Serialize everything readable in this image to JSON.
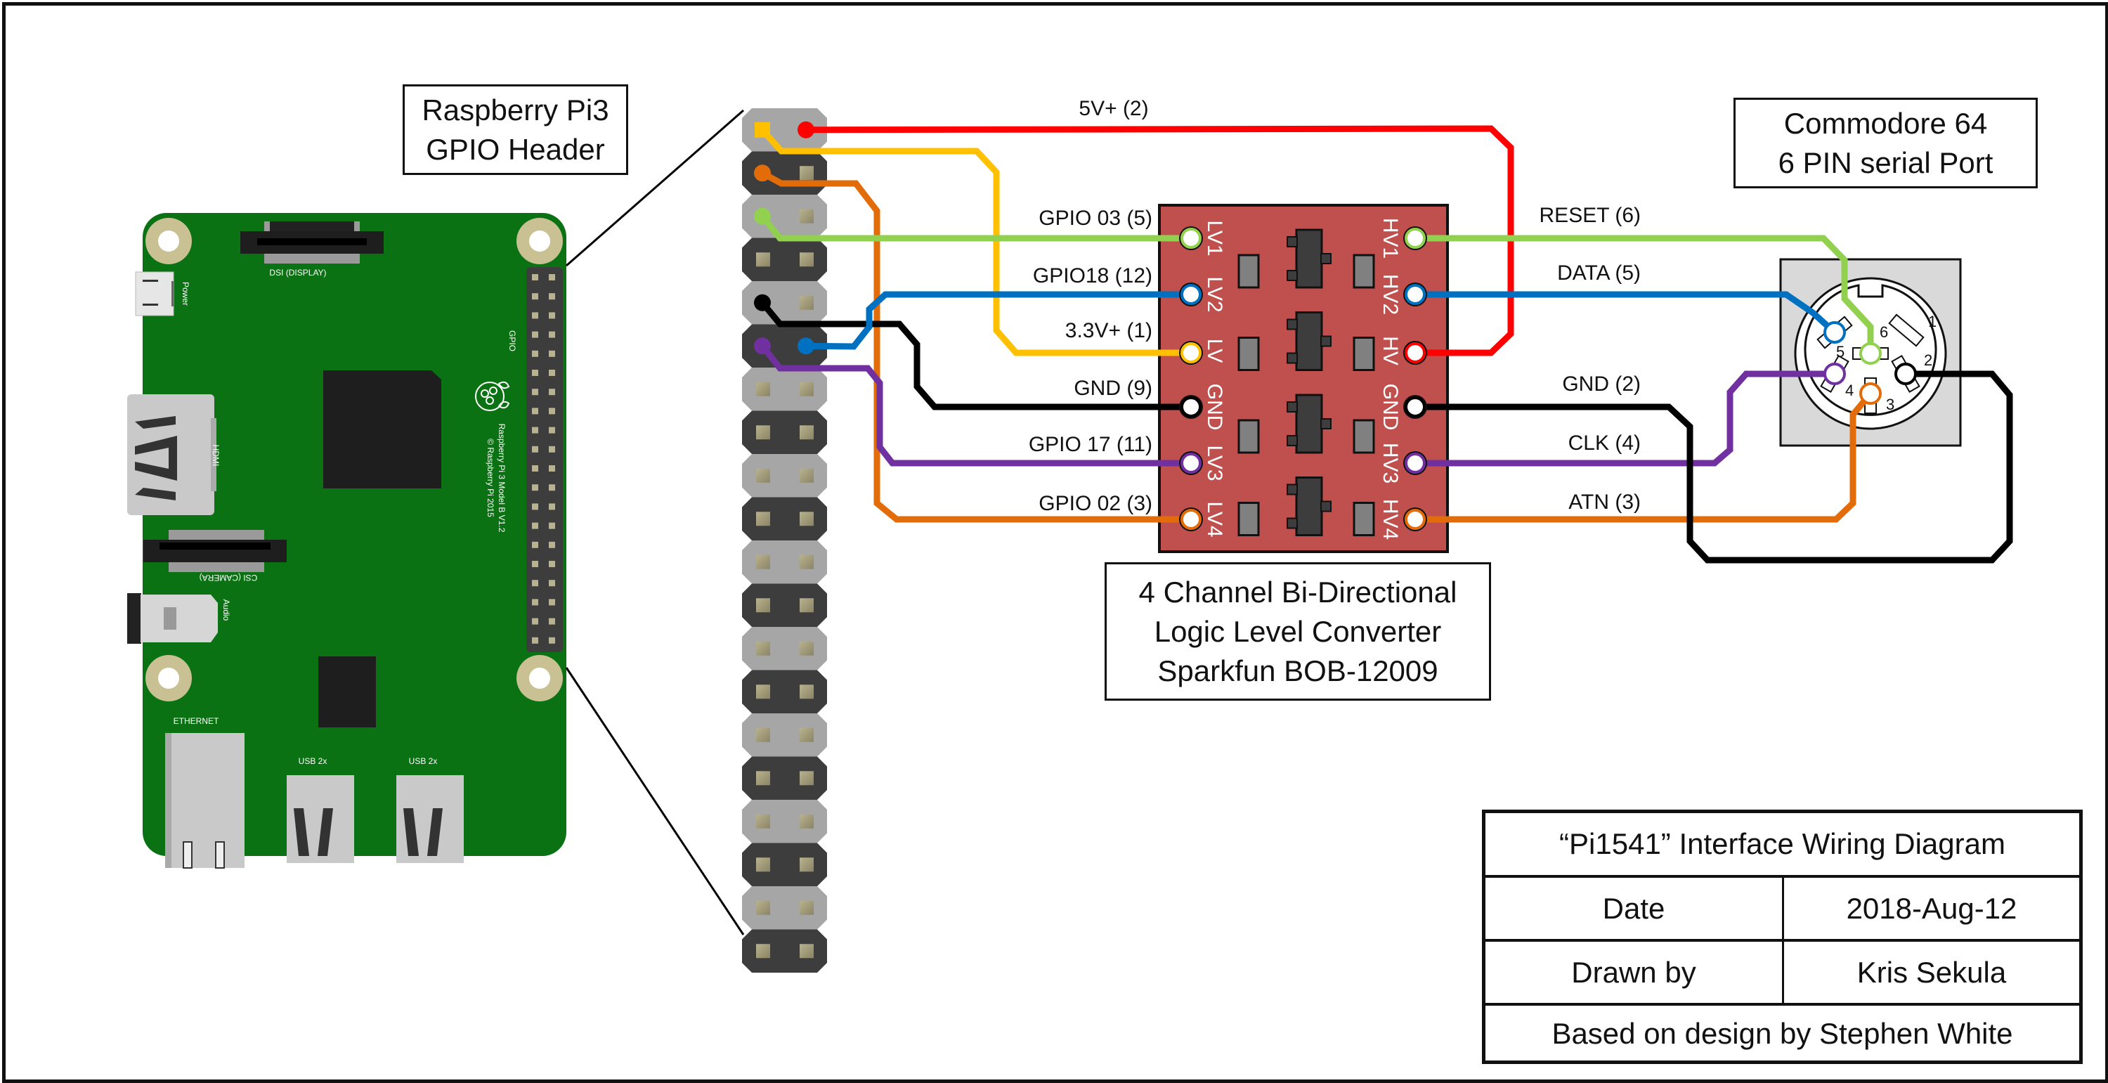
{
  "title_block": {
    "title": "“Pi1541” Interface Wiring Diagram",
    "rows": [
      {
        "label": "Date",
        "value": "2018-Aug-12"
      },
      {
        "label": "Drawn by",
        "value": "Kris Sekula"
      }
    ],
    "credit": "Based on design by Stephen White"
  },
  "labels": {
    "pi_header": [
      "Raspberry Pi3",
      "GPIO Header"
    ],
    "converter": [
      "4 Channel Bi-Directional",
      "Logic Level Converter",
      "Sparkfun BOB-12009"
    ],
    "c64": [
      "Commodore 64",
      "6 PIN serial Port"
    ]
  },
  "raspberry_pi": {
    "silkscreen": {
      "dsi": "DSI (DISPLAY)",
      "csi": "CSI (CAMERA)",
      "power": "Power",
      "hdmi": "HDMI",
      "audio": "Audio",
      "gpio": "GPIO",
      "ethernet": "ETHERNET",
      "usb1": "USB 2x",
      "usb2": "USB 2x",
      "model": "Raspberry Pi 3 Model B V1.2",
      "copyright": "© Raspberry Pi 2015"
    },
    "colors": {
      "board": "#0a7212",
      "mount": "#c9c093",
      "chip": "#1e1e1e"
    }
  },
  "converter_board": {
    "low_side_pins": [
      "LV1",
      "LV2",
      "LV",
      "GND",
      "LV3",
      "LV4"
    ],
    "high_side_pins": [
      "HV1",
      "HV2",
      "HV",
      "GND",
      "HV3",
      "HV4"
    ],
    "color": "#c0504d"
  },
  "din_connector": {
    "pin_numbers": [
      "1",
      "2",
      "3",
      "4",
      "5",
      "6"
    ]
  },
  "wires": [
    {
      "name": "5v",
      "label": "5V+ (2)",
      "side": "pi",
      "color": "#ff0000"
    },
    {
      "name": "gpio03",
      "label": "GPIO 03 (5)",
      "side": "pi",
      "color": "#92d050"
    },
    {
      "name": "gpio18",
      "label": "GPIO18 (12)",
      "side": "pi",
      "color": "#0070c0"
    },
    {
      "name": "3v3",
      "label": "3.3V+ (1)",
      "side": "pi",
      "color": "#ffc000"
    },
    {
      "name": "gnd-pi",
      "label": "GND (9)",
      "side": "pi",
      "color": "#000000"
    },
    {
      "name": "gpio17",
      "label": "GPIO 17 (11)",
      "side": "pi",
      "color": "#7030a0"
    },
    {
      "name": "gpio02",
      "label": "GPIO 02 (3)",
      "side": "pi",
      "color": "#e36c0a"
    },
    {
      "name": "reset",
      "label": "RESET (6)",
      "side": "c64",
      "color": "#92d050"
    },
    {
      "name": "data",
      "label": "DATA (5)",
      "side": "c64",
      "color": "#0070c0"
    },
    {
      "name": "gnd-c64",
      "label": "GND (2)",
      "side": "c64",
      "color": "#000000"
    },
    {
      "name": "clk",
      "label": "CLK (4)",
      "side": "c64",
      "color": "#7030a0"
    },
    {
      "name": "atn",
      "label": "ATN (3)",
      "side": "c64",
      "color": "#e36c0a"
    }
  ]
}
